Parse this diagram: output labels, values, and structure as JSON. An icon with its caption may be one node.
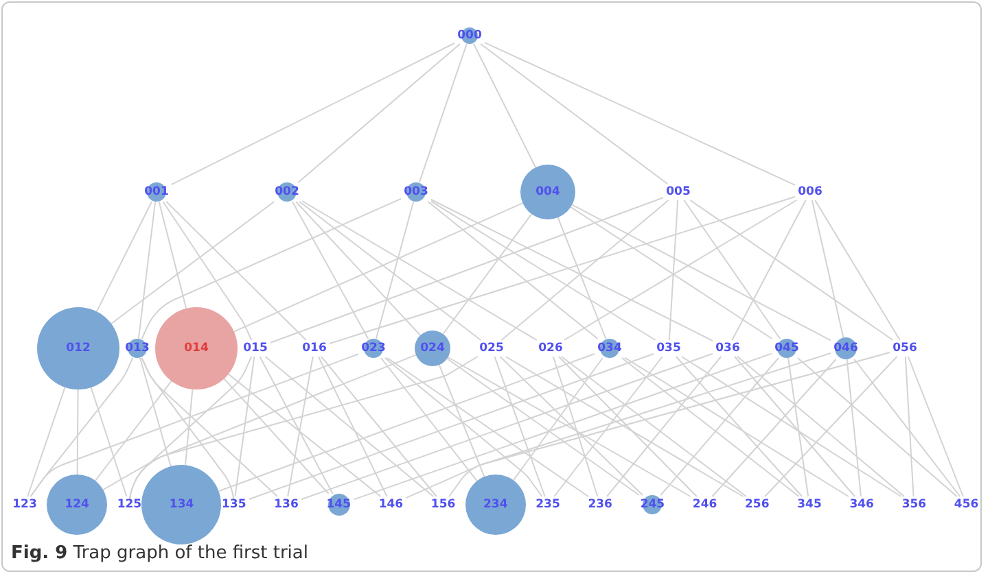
{
  "diagram": {
    "caption": "**Fig. 9** Trap graph of the first trial",
    "nodes": [
      {
        "text": [
          "000"
        ]
      },
      {
        "text": [
          "001"
        ]
      },
      {
        "text": [
          "002"
        ]
      },
      {
        "text": [
          "003"
        ]
      },
      {
        "text": [
          "004"
        ]
      },
      {
        "text": [
          "005"
        ]
      },
      {
        "text": [
          "006"
        ]
      },
      {
        "text": [
          "012"
        ]
      },
      {
        "text": [
          "013"
        ]
      },
      {
        "text": [
          "014"
        ]
      },
      {
        "text": [
          "015"
        ]
      },
      {
        "text": [
          "016"
        ]
      },
      {
        "text": [
          "023"
        ]
      },
      {
        "text": [
          "024"
        ]
      },
      {
        "text": [
          "025"
        ]
      },
      {
        "text": [
          "026"
        ]
      },
      {
        "text": [
          "034"
        ]
      },
      {
        "text": [
          "035"
        ]
      },
      {
        "text": [
          "036"
        ]
      },
      {
        "text": [
          "045"
        ]
      },
      {
        "text": [
          "046"
        ]
      },
      {
        "text": [
          "056"
        ]
      },
      {
        "text": [
          "123"
        ]
      },
      {
        "text": [
          "124"
        ]
      },
      {
        "text": [
          "125"
        ]
      },
      {
        "text": [
          "134"
        ]
      },
      {
        "text": [
          "135"
        ]
      },
      {
        "text": [
          "136"
        ]
      },
      {
        "text": [
          "145"
        ]
      },
      {
        "text": [
          "146"
        ]
      },
      {
        "text": [
          "156"
        ]
      },
      {
        "text": [
          "234"
        ]
      },
      {
        "text": [
          "235"
        ]
      },
      {
        "text": [
          "236"
        ]
      },
      {
        "text": [
          "245"
        ]
      },
      {
        "text": [
          "246"
        ]
      },
      {
        "text": [
          "256"
        ]
      },
      {
        "text": [
          "345"
        ]
      },
      {
        "text": [
          "346"
        ]
      },
      {
        "text": [
          "356"
        ]
      },
      {
        "text": [
          "456"
        ]
      }
    ],
    "edges": [
      {
        "from": 0,
        "to": 1,
        "arrow": "none"
      },
      {
        "from": 0,
        "to": 2,
        "arrow": "none"
      },
      {
        "from": 0,
        "to": 3,
        "arrow": "none"
      },
      {
        "from": 0,
        "to": 4,
        "arrow": "none"
      },
      {
        "from": 0,
        "to": 5,
        "arrow": "none"
      },
      {
        "from": 0,
        "to": 6,
        "arrow": "none"
      },
      {
        "from": 1,
        "to": 7,
        "arrow": "none"
      },
      {
        "from": 1,
        "to": 8,
        "arrow": "none"
      },
      {
        "from": 1,
        "to": 9,
        "arrow": "none"
      },
      {
        "from": 1,
        "to": 10,
        "arrow": "none"
      },
      {
        "from": 1,
        "to": 11,
        "arrow": "none"
      },
      {
        "from": 2,
        "to": 7,
        "arrow": "none"
      },
      {
        "from": 2,
        "to": 12,
        "arrow": "none"
      },
      {
        "from": 2,
        "to": 13,
        "arrow": "none"
      },
      {
        "from": 2,
        "to": 14,
        "arrow": "none"
      },
      {
        "from": 2,
        "to": 15,
        "arrow": "none"
      },
      {
        "from": 3,
        "to": 8,
        "arrow": "none"
      },
      {
        "from": 3,
        "to": 12,
        "arrow": "none"
      },
      {
        "from": 3,
        "to": 16,
        "arrow": "none"
      },
      {
        "from": 3,
        "to": 17,
        "arrow": "none"
      },
      {
        "from": 3,
        "to": 18,
        "arrow": "none"
      },
      {
        "from": 4,
        "to": 9,
        "arrow": "none"
      },
      {
        "from": 4,
        "to": 13,
        "arrow": "none"
      },
      {
        "from": 4,
        "to": 16,
        "arrow": "none"
      },
      {
        "from": 4,
        "to": 19,
        "arrow": "none"
      },
      {
        "from": 4,
        "to": 20,
        "arrow": "none"
      },
      {
        "from": 5,
        "to": 10,
        "arrow": "none"
      },
      {
        "from": 5,
        "to": 14,
        "arrow": "none"
      },
      {
        "from": 5,
        "to": 17,
        "arrow": "none"
      },
      {
        "from": 5,
        "to": 19,
        "arrow": "none"
      },
      {
        "from": 5,
        "to": 21,
        "arrow": "none"
      },
      {
        "from": 6,
        "to": 11,
        "arrow": "none"
      },
      {
        "from": 6,
        "to": 15,
        "arrow": "none"
      },
      {
        "from": 6,
        "to": 18,
        "arrow": "none"
      },
      {
        "from": 6,
        "to": 20,
        "arrow": "none"
      },
      {
        "from": 6,
        "to": 21,
        "arrow": "none"
      },
      {
        "from": 7,
        "to": 22,
        "arrow": "none"
      },
      {
        "from": 7,
        "to": 23,
        "arrow": "none"
      },
      {
        "from": 7,
        "to": 24,
        "arrow": "none"
      },
      {
        "from": 8,
        "to": 22,
        "arrow": "none"
      },
      {
        "from": 8,
        "to": 25,
        "arrow": "none"
      },
      {
        "from": 8,
        "to": 26,
        "arrow": "none"
      },
      {
        "from": 8,
        "to": 27,
        "arrow": "none"
      },
      {
        "from": 9,
        "to": 23,
        "arrow": "none"
      },
      {
        "from": 9,
        "to": 25,
        "arrow": "none"
      },
      {
        "from": 9,
        "to": 28,
        "arrow": "none"
      },
      {
        "from": 9,
        "to": 29,
        "arrow": "none"
      },
      {
        "from": 10,
        "to": 24,
        "arrow": "none"
      },
      {
        "from": 10,
        "to": 26,
        "arrow": "none"
      },
      {
        "from": 10,
        "to": 28,
        "arrow": "none"
      },
      {
        "from": 10,
        "to": 30,
        "arrow": "none"
      },
      {
        "from": 11,
        "to": 27,
        "arrow": "none"
      },
      {
        "from": 11,
        "to": 29,
        "arrow": "none"
      },
      {
        "from": 11,
        "to": 30,
        "arrow": "none"
      },
      {
        "from": 12,
        "to": 22,
        "arrow": "none"
      },
      {
        "from": 12,
        "to": 31,
        "arrow": "none"
      },
      {
        "from": 12,
        "to": 32,
        "arrow": "none"
      },
      {
        "from": 12,
        "to": 33,
        "arrow": "none"
      },
      {
        "from": 13,
        "to": 23,
        "arrow": "none"
      },
      {
        "from": 13,
        "to": 31,
        "arrow": "none"
      },
      {
        "from": 13,
        "to": 34,
        "arrow": "none"
      },
      {
        "from": 13,
        "to": 35,
        "arrow": "none"
      },
      {
        "from": 14,
        "to": 24,
        "arrow": "none"
      },
      {
        "from": 14,
        "to": 32,
        "arrow": "none"
      },
      {
        "from": 14,
        "to": 34,
        "arrow": "none"
      },
      {
        "from": 14,
        "to": 36,
        "arrow": "none"
      },
      {
        "from": 15,
        "to": 33,
        "arrow": "none"
      },
      {
        "from": 15,
        "to": 35,
        "arrow": "none"
      },
      {
        "from": 15,
        "to": 36,
        "arrow": "none"
      },
      {
        "from": 16,
        "to": 25,
        "arrow": "none"
      },
      {
        "from": 16,
        "to": 31,
        "arrow": "none"
      },
      {
        "from": 16,
        "to": 37,
        "arrow": "none"
      },
      {
        "from": 16,
        "to": 38,
        "arrow": "none"
      },
      {
        "from": 17,
        "to": 26,
        "arrow": "none"
      },
      {
        "from": 17,
        "to": 32,
        "arrow": "none"
      },
      {
        "from": 17,
        "to": 37,
        "arrow": "none"
      },
      {
        "from": 17,
        "to": 39,
        "arrow": "none"
      },
      {
        "from": 18,
        "to": 27,
        "arrow": "none"
      },
      {
        "from": 18,
        "to": 33,
        "arrow": "none"
      },
      {
        "from": 18,
        "to": 38,
        "arrow": "none"
      },
      {
        "from": 18,
        "to": 39,
        "arrow": "none"
      },
      {
        "from": 19,
        "to": 28,
        "arrow": "none"
      },
      {
        "from": 19,
        "to": 34,
        "arrow": "none"
      },
      {
        "from": 19,
        "to": 37,
        "arrow": "none"
      },
      {
        "from": 19,
        "to": 40,
        "arrow": "none"
      },
      {
        "from": 20,
        "to": 29,
        "arrow": "none"
      },
      {
        "from": 20,
        "to": 35,
        "arrow": "none"
      },
      {
        "from": 20,
        "to": 38,
        "arrow": "none"
      },
      {
        "from": 20,
        "to": 40,
        "arrow": "none"
      },
      {
        "from": 21,
        "to": 30,
        "arrow": "none"
      },
      {
        "from": 21,
        "to": 36,
        "arrow": "none"
      },
      {
        "from": 21,
        "to": 39,
        "arrow": "none"
      },
      {
        "from": 21,
        "to": 40,
        "arrow": "none"
      }
    ]
  }
}
